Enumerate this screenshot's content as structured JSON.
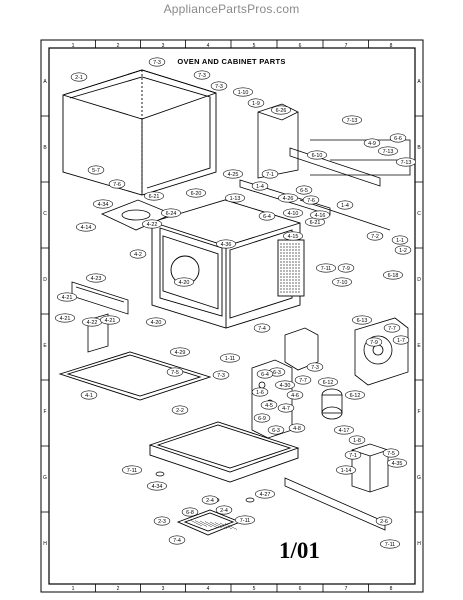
{
  "watermark": "AppliancePartsPros.com",
  "title": "OVEN AND CABINET PARTS",
  "page_number": "1/01",
  "border": {
    "columns": [
      "1",
      "2",
      "3",
      "4",
      "5",
      "6",
      "7",
      "8"
    ],
    "rows": [
      "A",
      "B",
      "C",
      "D",
      "E",
      "F",
      "G",
      "H"
    ]
  },
  "callouts": [
    "2-1",
    "7-3",
    "7-3",
    "7-3",
    "1-10",
    "1-9",
    "6-26",
    "7-13",
    "6-6",
    "4-9",
    "7-13",
    "7-13",
    "6-10",
    "5-7",
    "7-6",
    "4-34",
    "6-21",
    "6-20",
    "1-13",
    "4-25",
    "7-1",
    "1-4",
    "6-5",
    "7-6",
    "4-10",
    "6-21",
    "4-14",
    "6-24",
    "4-22",
    "6-4",
    "4-26",
    "4-16",
    "1-4",
    "4-2",
    "4-36",
    "4-15",
    "7-2",
    "1-1",
    "1-2",
    "4-23",
    "4-20",
    "4-21",
    "7-11",
    "7-10",
    "6-18",
    "7-9",
    "4-21",
    "4-22",
    "4-21",
    "4-20",
    "7-4",
    "6-13",
    "7-7",
    "7-9",
    "1-7",
    "4-29",
    "7-5",
    "1-11",
    "7-3",
    "6-3",
    "6-12",
    "7-3",
    "7-7",
    "1-6",
    "6-4",
    "4-30",
    "4-1",
    "4-6",
    "6-12",
    "4-5",
    "4-7",
    "2-2",
    "6-9",
    "4-17",
    "6-3",
    "4-8",
    "1-8",
    "7-5",
    "7-1",
    "7-11",
    "2-4",
    "1-14",
    "4-35",
    "4-34",
    "4-27",
    "6-8",
    "2-6",
    "2-3",
    "2-4",
    "7-11",
    "7-4",
    "7-11"
  ]
}
